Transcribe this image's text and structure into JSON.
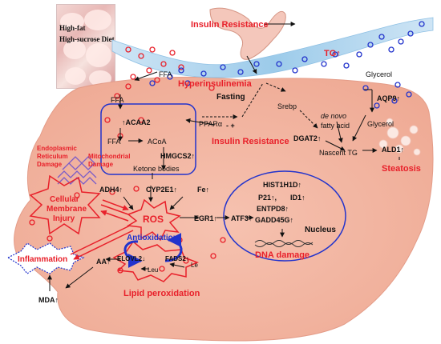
{
  "diet": {
    "line1": "High-fat",
    "line2": "High-sucrose Diet"
  },
  "labels": {
    "insulin_resistance_top": "Insulin Resistance",
    "tg": "TG↑",
    "ffa_blood": "FFA",
    "hyperinsulinemia": "Hyperinsulinemia",
    "glycerol_blood": "Glycerol",
    "aqp9": "AQP9↑",
    "glycerol_cell": "Glycerol",
    "ffa_cell": "FFA",
    "srebp": "Srebp",
    "fasting": "Fasting",
    "acaa2": "↑ACAA2",
    "ppara": "PPARα",
    "ppara_sign": "- +",
    "ffa_mito": "FFA",
    "acoa": "ACoA",
    "hmgcs2": "HMGCS2↑",
    "insulin_resistance_mid": "Insulin Resistance",
    "de_novo": "de novo",
    "fatty_acid": "fatty acid",
    "dgat2": "DGAT2↑",
    "ketone": "Ketone bodies",
    "nascent_tg": "Nascent TG",
    "ald1": "ALD1↑",
    "steatosis": "Steatosis",
    "er_damage_1": "Endoplasmic",
    "er_damage_2": "Reticulum",
    "er_damage_3": "Damage",
    "mito_damage_1": "Mitochondrial",
    "mito_damage_2": "Damage",
    "adh4": "ADH4↑",
    "cyp2e1": "CYP2E1↑",
    "fe": "Fe↑",
    "cellular_1": "Cellular",
    "cellular_2": "Membrane",
    "cellular_3": "Injury",
    "ros": "ROS",
    "egr1": "EGR1↑",
    "atf3": "ATF3↑",
    "hist1h1d": "HIST1H1D↑",
    "p21": "P21↑,",
    "id1": "ID1↑",
    "entpd8": "ENTPD8↑",
    "gadd45g": "GADD45G↑",
    "nucleus": "Nucleus",
    "antioxidation": "Antioxidation↓",
    "inflammation": "Inflammation",
    "aa": "AA↑",
    "elovl2": "ELOVL2↓",
    "fads2": "FADS2↑",
    "leu": "Leu",
    "le": "Le",
    "dna_damage": "DNA damage",
    "lipid_perox": "Lipid peroxidation",
    "mda": "MDA↑"
  },
  "colors": {
    "red_label": "#e8202a",
    "blue_outline": "#2233cc",
    "liver_fill": "#f2b39f",
    "vessel_fill": "#a9d2ee",
    "violet_wave": "#7a5cc8"
  }
}
